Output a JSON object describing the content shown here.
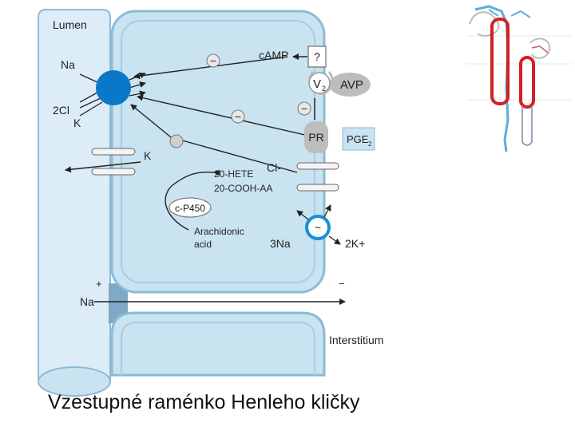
{
  "labels": {
    "lumen": "Lumen",
    "interstitium": "Interstitium",
    "na_top": "Na",
    "cl2": "2Cl",
    "k_left": "K",
    "k_channel": "K",
    "camp": "cAMP",
    "question": "?",
    "v2": "V",
    "v2_sub": "2",
    "avp": "AVP",
    "pr": "PR",
    "pge2": "PGE",
    "pge2_sub": "2",
    "hete": "20-HETE",
    "cooh": "20-COOH-AA",
    "p450": "c-P450",
    "arachidonic_1": "Arachidonic",
    "arachidonic_2": "acid",
    "cl_right": "Cl-",
    "na3": "3Na",
    "k2": "2K+",
    "pump": "~",
    "minus": "−",
    "plus_sign": "+",
    "minus_sign": "−",
    "na_bottom": "Na"
  },
  "caption": "Vzestupné raménko Henleho kličky",
  "colors": {
    "cell_fill": "#c9e3f1",
    "cell_stroke": "#8dbad6",
    "lumen_fill": "#dcedf7",
    "transporter": "#0a78c8",
    "pump_ring": "#1a8fd6",
    "receptor": "#bdbdbd",
    "nephron_red": "#d42020",
    "nephron_blue": "#5aaed8"
  }
}
